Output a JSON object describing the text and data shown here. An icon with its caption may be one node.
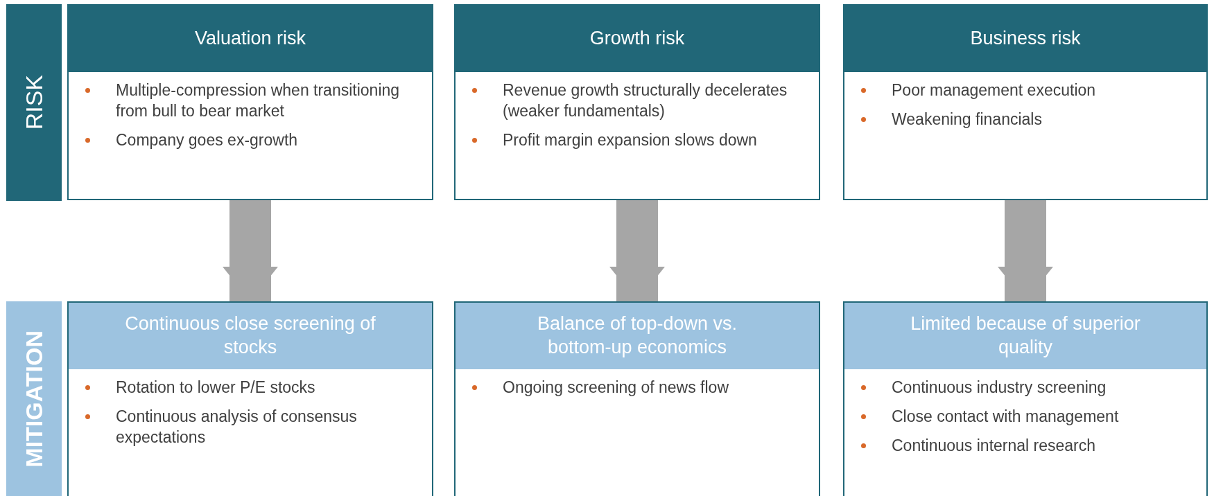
{
  "diagram": {
    "nodes": [
      {
        "text": [
          "RISK"
        ]
      },
      {
        "text": [
          "Valuation risk",
          "Multiple-compression when transitioning from bull to bear market",
          "Company goes ex-growth"
        ]
      },
      {
        "text": [
          "Growth risk",
          "Revenue growth structurally decelerates (weaker fundamentals)",
          "Profit margin expansion slows down"
        ]
      },
      {
        "text": [
          "Business risk",
          "Poor management execution",
          "Weakening financials"
        ]
      },
      {
        "text": [
          "MITIGATION"
        ]
      },
      {
        "text": [
          "Continuous close screening of stocks",
          "Rotation to lower P/E stocks",
          "Continuous analysis of consensus expectations"
        ]
      },
      {
        "text": [
          "Balance of top-down vs. bottom-up economics",
          "Ongoing screening of news flow"
        ]
      },
      {
        "text": [
          "Limited because of superior quality",
          "Continuous industry screening",
          "Close contact with management",
          "Continuous internal research"
        ]
      }
    ],
    "edges": [
      {
        "from": 1,
        "to": 5,
        "arrow": "to"
      },
      {
        "from": 2,
        "to": 6,
        "arrow": "to"
      },
      {
        "from": 3,
        "to": 7,
        "arrow": "to"
      }
    ]
  }
}
